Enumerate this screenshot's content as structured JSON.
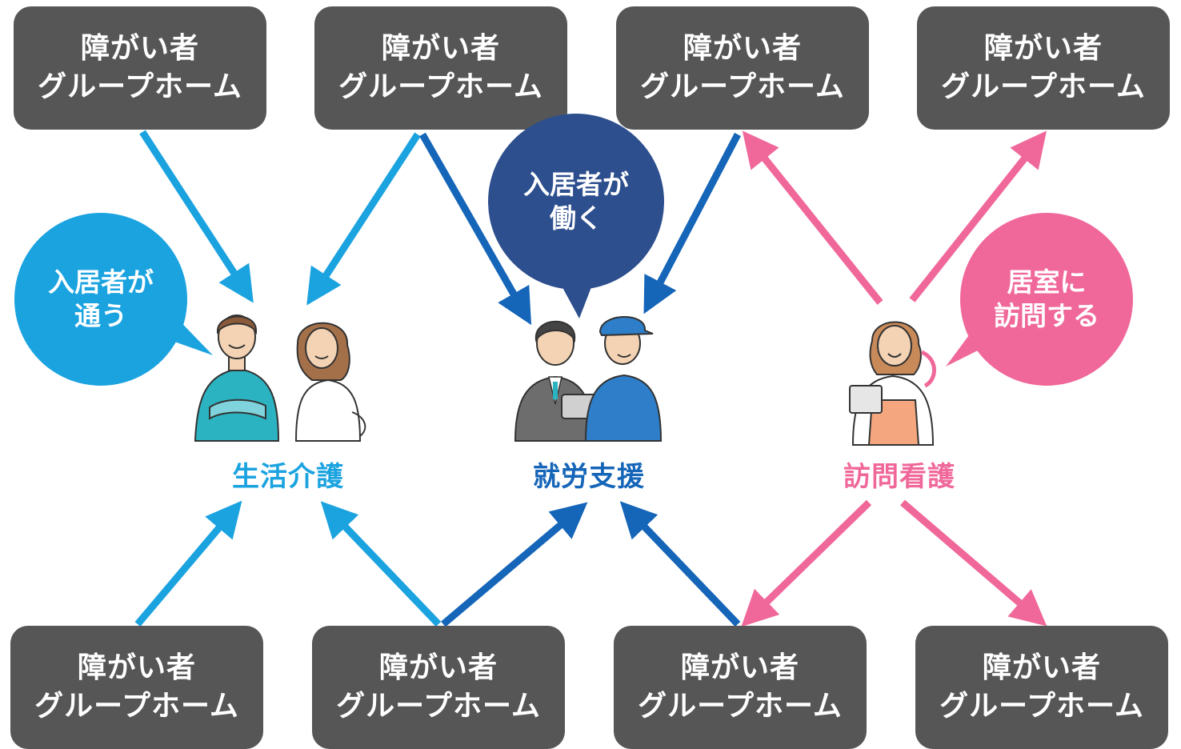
{
  "group_home": {
    "line1": "障がい者",
    "line2": "グループホーム"
  },
  "services": {
    "daily_care": {
      "label": "生活介護",
      "bubble": [
        "入居者が",
        "通う"
      ],
      "color": "#1ba3e0"
    },
    "employment": {
      "label": "就労支援",
      "bubble": [
        "入居者が",
        "働く"
      ],
      "color": "#1565b8"
    },
    "nursing": {
      "label": "訪問看護",
      "bubble": [
        "居室に",
        "訪問する"
      ],
      "color": "#f0689a"
    }
  },
  "colors": {
    "box": "#565656",
    "bubble_daily": "#1ba3e0",
    "bubble_employment": "#2d4f8e",
    "bubble_nursing": "#f0689a",
    "arrow_light_blue": "#1ba3e0",
    "arrow_dark_blue": "#1565b8",
    "arrow_pink": "#f0689a"
  },
  "icons": [
    "caregiver-couple-illustration",
    "workers-illustration",
    "nurse-illustration"
  ]
}
